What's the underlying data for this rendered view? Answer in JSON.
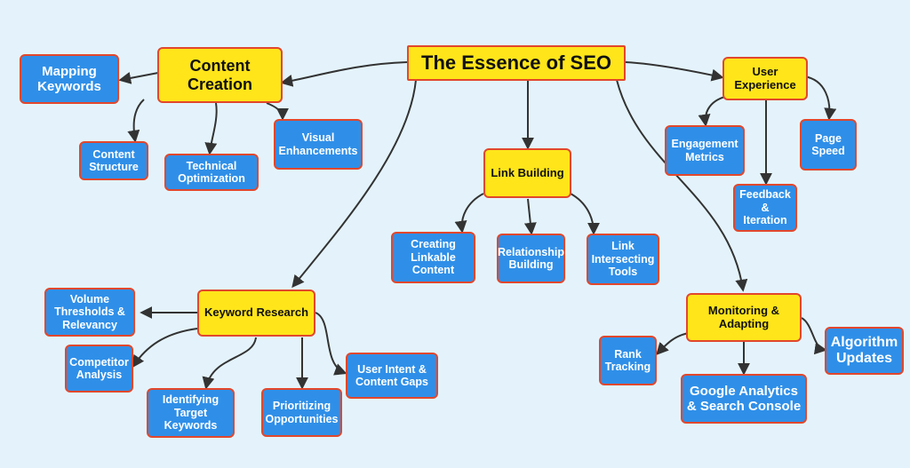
{
  "title": "The Essence of SEO",
  "colors": {
    "background": "#e4f3fb",
    "primary_node": "#ffe51a",
    "leaf_node": "#2f8fe8",
    "border": "#e2472c",
    "connector": "#333333"
  },
  "nodes": {
    "content_creation": "Content Creation",
    "mapping_keywords": "Mapping Keywords",
    "content_structure": "Content Structure",
    "technical_optimization": "Technical Optimization",
    "visual_enhancements": "Visual Enhancements",
    "user_experience": "User Experience",
    "engagement_metrics": "Engagement Metrics",
    "feedback_iteration": "Feedback & Iteration",
    "page_speed": "Page Speed",
    "link_building": "Link Building",
    "creating_linkable_content": "Creating Linkable Content",
    "relationship_building": "Relationship Building",
    "link_intersecting_tools": "Link Intersecting Tools",
    "keyword_research": "Keyword Research",
    "volume_thresholds": "Volume Thresholds & Relevancy",
    "competitor_analysis": "Competitor Analysis",
    "identifying_target_keywords": "Identifying Target Keywords",
    "prioritizing_opportunities": "Prioritizing Opportunities",
    "user_intent": "User Intent & Content Gaps",
    "monitoring_adapting": "Monitoring & Adapting",
    "rank_tracking": "Rank Tracking",
    "google_analytics": "Google Analytics & Search Console",
    "algorithm_updates": "Algorithm Updates"
  }
}
